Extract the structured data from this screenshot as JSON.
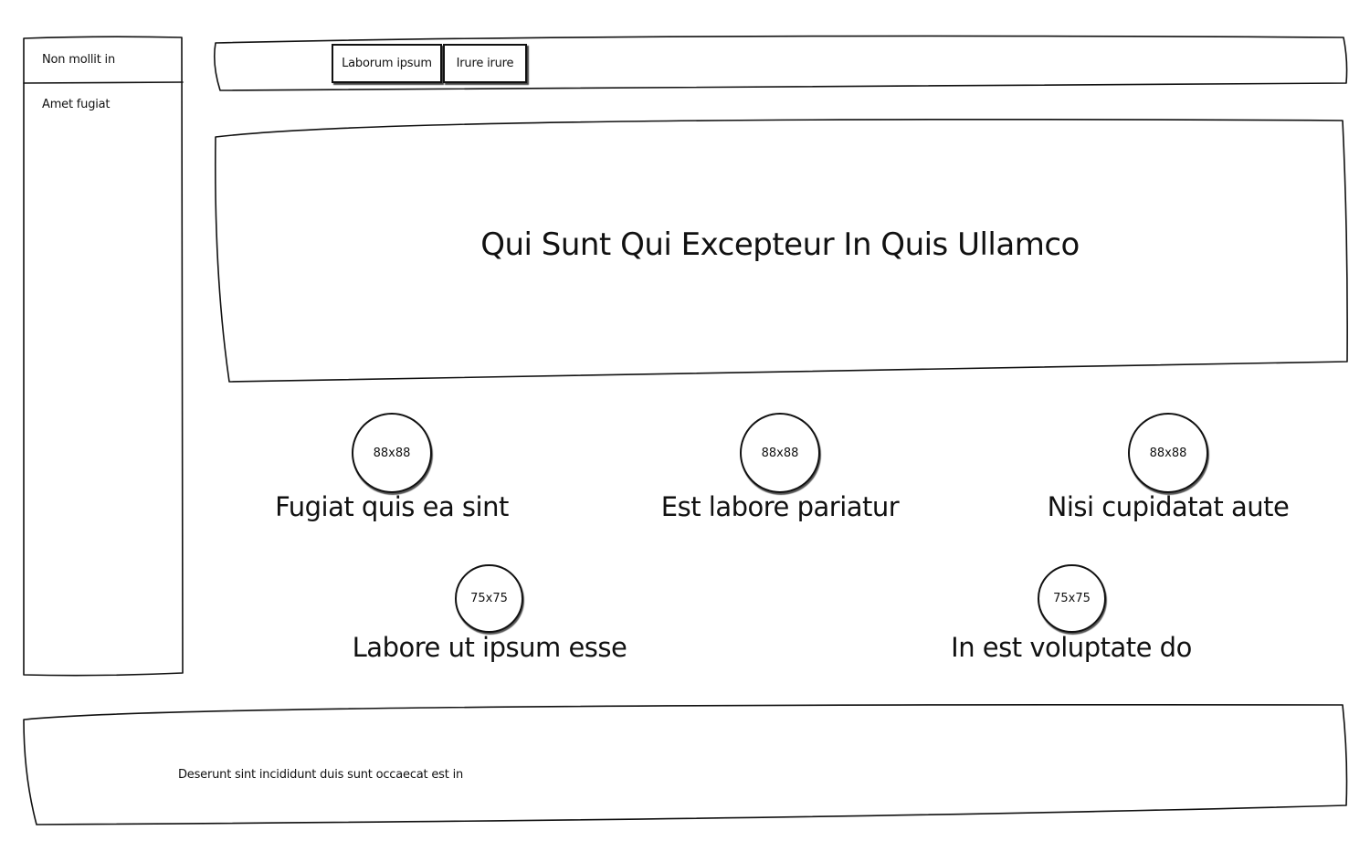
{
  "sidebar": {
    "items": [
      {
        "label": "Non mollit in"
      },
      {
        "label": "Amet fugiat"
      }
    ]
  },
  "topbar": {
    "tabs": [
      {
        "label": "Laborum ipsum"
      },
      {
        "label": "Irure irure"
      }
    ]
  },
  "hero": {
    "title": "Qui Sunt Qui Excepteur In Quis Ullamco"
  },
  "features": {
    "row1": [
      {
        "image_label": "88x88",
        "label": "Fugiat quis ea sint"
      },
      {
        "image_label": "88x88",
        "label": "Est labore pariatur"
      },
      {
        "image_label": "88x88",
        "label": "Nisi cupidatat aute"
      }
    ],
    "row2": [
      {
        "image_label": "75x75",
        "label": "Labore ut ipsum esse"
      },
      {
        "image_label": "75x75",
        "label": "In est voluptate do"
      }
    ]
  },
  "footer": {
    "text": "Deserunt sint incididunt duis sunt occaecat est in"
  }
}
